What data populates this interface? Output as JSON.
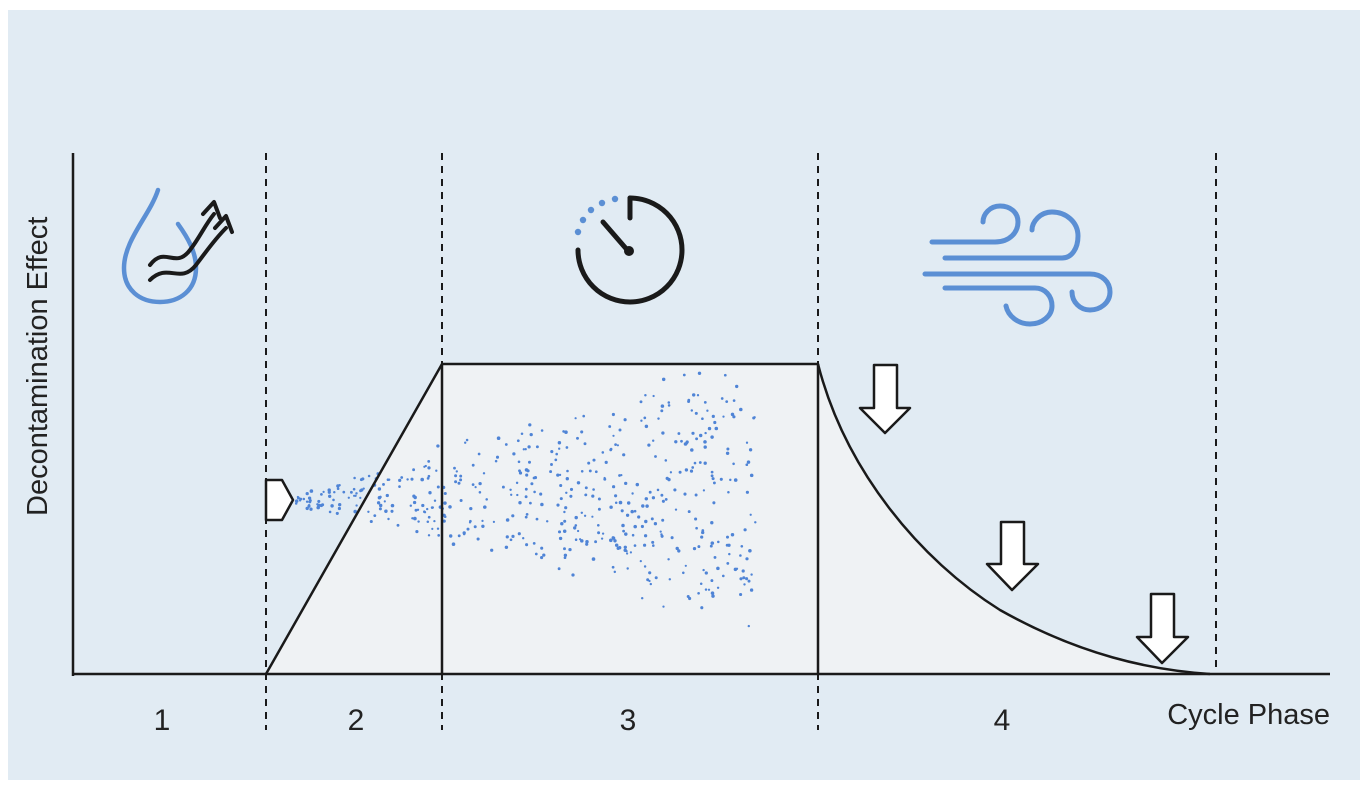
{
  "y_axis_label": "Decontamination Effect",
  "x_axis_label": "Cycle Phase",
  "phases": [
    {
      "number": "1",
      "icon": "humidity-drop-icon"
    },
    {
      "number": "2",
      "icon": "spray-nozzle-icon"
    },
    {
      "number": "3",
      "icon": "timer-gauge-icon"
    },
    {
      "number": "4",
      "icon": "wind-aeration-icon"
    }
  ],
  "colors": {
    "background": "#e1ebf3",
    "curve_fill": "#eff2f4",
    "line": "#1a1a1a",
    "accent_blue": "#5b8fd4",
    "mist_blue": "#4f84d6"
  }
}
